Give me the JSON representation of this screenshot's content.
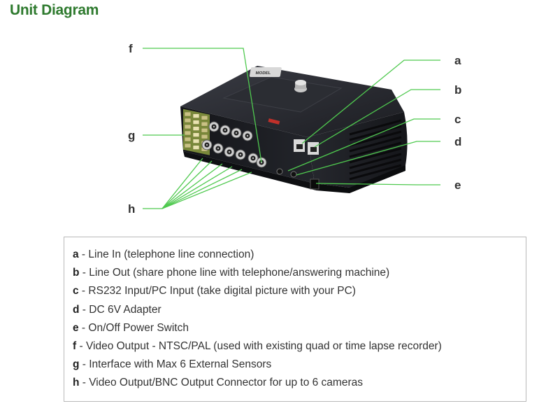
{
  "page": {
    "title": "Unit Diagram"
  },
  "colors": {
    "title": "#2e7a2e",
    "callout_line": "#4fc94f",
    "legend_border": "#b9b9b9",
    "device_body": "#1e1f24"
  },
  "device": {
    "faceplate_text": "MODEL"
  },
  "callouts": [
    {
      "key": "a"
    },
    {
      "key": "b"
    },
    {
      "key": "c"
    },
    {
      "key": "d"
    },
    {
      "key": "e"
    },
    {
      "key": "f"
    },
    {
      "key": "g"
    },
    {
      "key": "h"
    }
  ],
  "legend": [
    {
      "key": "a",
      "separator": " - ",
      "text": "Line In (telephone line connection)"
    },
    {
      "key": "b",
      "separator": " - ",
      "text": "Line Out (share phone line with telephone/answering machine)"
    },
    {
      "key": "c",
      "separator": " - ",
      "text": "RS232 Input/PC Input (take digital picture with your PC)"
    },
    {
      "key": "d",
      "separator": " - ",
      "text": "DC 6V Adapter"
    },
    {
      "key": "e",
      "separator": " - ",
      "text": "On/Off Power Switch"
    },
    {
      "key": "f",
      "separator": " - ",
      "text": "Video Output - NTSC/PAL (used with existing quad or time lapse recorder)"
    },
    {
      "key": "g",
      "separator": " - ",
      "text": "Interface with Max 6 External Sensors"
    },
    {
      "key": "h",
      "separator": " - ",
      "text": "Video Output/BNC Output Connector for up to 6 cameras"
    }
  ]
}
